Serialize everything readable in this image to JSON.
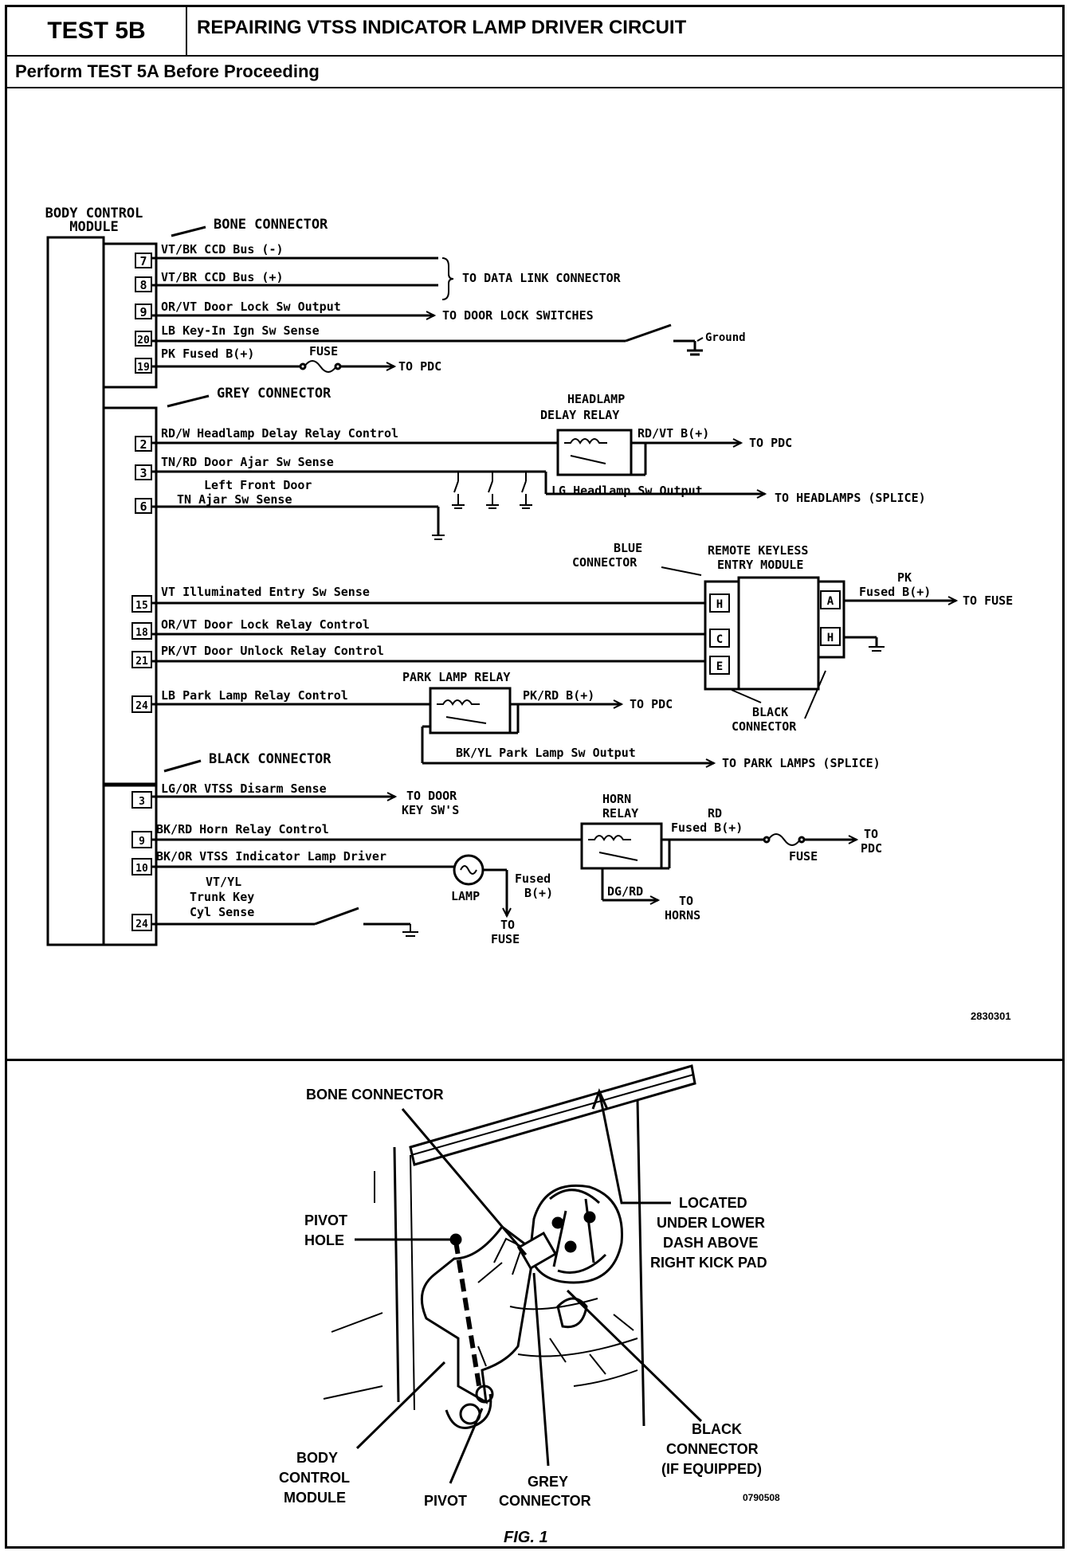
{
  "header": {
    "test_id": "TEST 5B",
    "title": "REPAIRING VTSS INDICATOR LAMP DRIVER CIRCUIT",
    "prerequisite": "Perform TEST 5A Before Proceeding"
  },
  "wiring": {
    "module_label_1": "BODY CONTROL",
    "module_label_2": "MODULE",
    "bone_connector": {
      "label": "BONE CONNECTOR",
      "pins": [
        {
          "pin": "7",
          "wire": "VT/BK CCD Bus (-)"
        },
        {
          "pin": "8",
          "wire": "VT/BR CCD Bus (+)"
        },
        {
          "pin": "9",
          "wire": "OR/VT Door Lock Sw Output"
        },
        {
          "pin": "20",
          "wire": "LB Key-In Ign Sw Sense"
        },
        {
          "pin": "19",
          "wire": "PK Fused B(+)"
        }
      ],
      "to_data_link": "TO DATA LINK CONNECTOR",
      "to_door_lock": "TO DOOR LOCK SWITCHES",
      "ground": "Ground",
      "fuse": "FUSE",
      "to_pdc": "TO PDC"
    },
    "grey_connector": {
      "label": "GREY CONNECTOR",
      "pins": [
        {
          "pin": "2",
          "wire": "RD/W Headlamp Delay Relay Control"
        },
        {
          "pin": "3",
          "wire": "TN/RD Door Ajar Sw Sense"
        },
        {
          "pin": "6",
          "wire": "TN   Ajar Sw Sense",
          "wire_top": "Left Front Door"
        },
        {
          "pin": "15",
          "wire": "VT Illuminated Entry Sw Sense"
        },
        {
          "pin": "18",
          "wire": "OR/VT Door Lock Relay Control"
        },
        {
          "pin": "21",
          "wire": "PK/VT Door Unlock Relay Control"
        },
        {
          "pin": "24",
          "wire": "LB Park Lamp Relay Control"
        }
      ],
      "headlamp_relay_1": "HEADLAMP",
      "headlamp_relay_2": "DELAY RELAY",
      "headlamp_out": "RD/VT B(+)",
      "headlamp_to_pdc": "TO PDC",
      "headlamp_sw": "LG Headlamp Sw Output",
      "to_headlamps": "TO HEADLAMPS (SPLICE)",
      "blue_connector_1": "BLUE",
      "blue_connector_2": "CONNECTOR",
      "rke_1": "REMOTE KEYLESS",
      "rke_2": "ENTRY MODULE",
      "rke_pins_left": [
        "H",
        "C",
        "E"
      ],
      "rke_pins_right": [
        "A",
        "H"
      ],
      "rke_pk_1": "PK",
      "rke_pk_2": "Fused B(+)",
      "rke_to_fuse": "TO FUSE",
      "black_conn_1": "BLACK",
      "black_conn_2": "CONNECTOR",
      "park_relay": "PARK LAMP RELAY",
      "park_out": "PK/RD B(+)",
      "park_to_pdc": "TO PDC",
      "park_sw": "BK/YL Park Lamp Sw Output",
      "to_park_lamps": "TO PARK LAMPS (SPLICE)"
    },
    "black_connector": {
      "label": "BLACK CONNECTOR",
      "pins": [
        {
          "pin": "3",
          "wire": "LG/OR VTSS Disarm Sense"
        },
        {
          "pin": "9",
          "wire": "BK/RD Horn Relay Control"
        },
        {
          "pin": "10",
          "wire": "BK/OR VTSS Indicator Lamp Driver"
        },
        {
          "pin": "24",
          "wire": "Cyl Sense",
          "wire_top1": "VT/YL",
          "wire_top2": "Trunk Key"
        }
      ],
      "to_door_key_1": "TO DOOR",
      "to_door_key_2": "KEY SW'S",
      "horn_relay_1": "HORN",
      "horn_relay_2": "RELAY",
      "horn_rd_1": "RD",
      "horn_rd_2": "Fused B(+)",
      "horn_fuse": "FUSE",
      "horn_to_pdc_1": "TO",
      "horn_to_pdc_2": "PDC",
      "horn_dgrd": "DG/RD",
      "to_horns_1": "TO",
      "to_horns_2": "HORNS",
      "lamp": "LAMP",
      "lamp_fused_1": "Fused",
      "lamp_fused_2": "B(+)",
      "lamp_to_fuse_1": "TO",
      "lamp_to_fuse_2": "FUSE"
    },
    "figure_number": "2830301"
  },
  "illustration": {
    "bone_connector": "BONE CONNECTOR",
    "located_1": "LOCATED",
    "located_2": "UNDER LOWER",
    "located_3": "DASH ABOVE",
    "located_4": "RIGHT KICK PAD",
    "pivot_hole_1": "PIVOT",
    "pivot_hole_2": "HOLE",
    "bcm_1": "BODY",
    "bcm_2": "CONTROL",
    "bcm_3": "MODULE",
    "pivot": "PIVOT",
    "grey_1": "GREY",
    "grey_2": "CONNECTOR",
    "black_1": "BLACK",
    "black_2": "CONNECTOR",
    "black_3": "(IF EQUIPPED)",
    "figure_number": "0790508",
    "caption": "FIG. 1"
  }
}
